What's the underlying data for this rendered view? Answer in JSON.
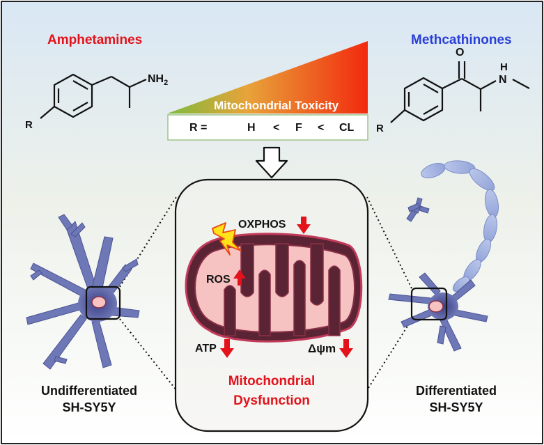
{
  "headings": {
    "left_class": "Amphetamines",
    "right_class": "Methcathinones"
  },
  "chem": {
    "amine": "NH",
    "amine_sub": "2",
    "r_group": "R",
    "oxygen": "O",
    "nh_h": "H",
    "nh_n": "N"
  },
  "toxicity": {
    "label": "Mitochondrial Toxicity",
    "r_eq": "R =",
    "h": "H",
    "lt1": "<",
    "f": "F",
    "lt2": "<",
    "cl": "CL"
  },
  "mito": {
    "oxphos": "OXPHOS",
    "ros": "ROS",
    "atp": "ATP",
    "delta_psi": "Δψm",
    "dysfunction_line1": "Mitochondrial",
    "dysfunction_line2": "Dysfunction"
  },
  "cells": {
    "undiff_line1": "Undifferentiated",
    "undiff_line2": "SH-SY5Y",
    "diff_line1": "Differentiated",
    "diff_line2": "SH-SY5Y"
  },
  "colors": {
    "red": "#e3121b",
    "blue": "#2a3fd6",
    "neuron": "#5a63a8",
    "mito_fill": "#f6c2c2",
    "mito_outer": "#6b2a3a"
  }
}
